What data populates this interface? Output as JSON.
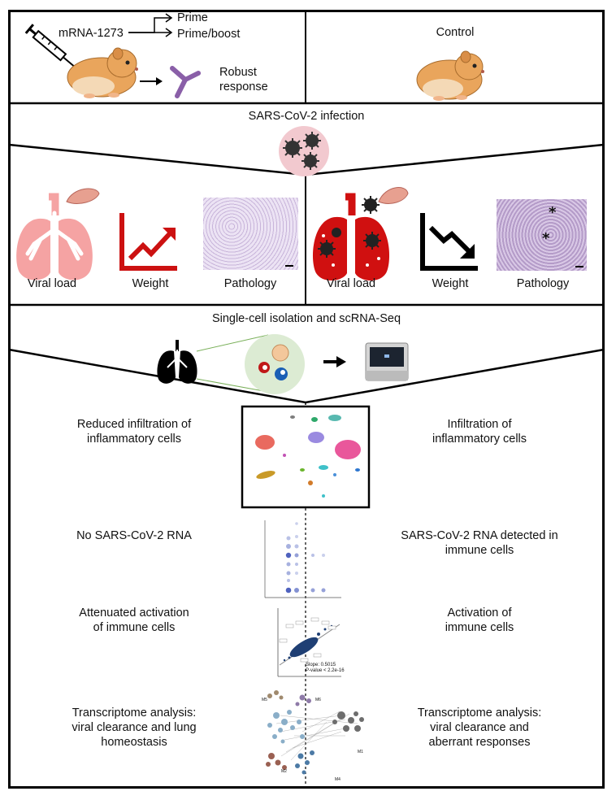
{
  "vaccine": {
    "name": "mRNA-1273",
    "prime": "Prime",
    "prime_boost": "Prime/boost",
    "response_line1": "Robust",
    "response_line2": "response"
  },
  "control": {
    "label": "Control"
  },
  "infection": {
    "label": "SARS-CoV-2 infection"
  },
  "left_outcomes": {
    "viral_load": "Viral load",
    "weight": "Weight",
    "pathology": "Pathology"
  },
  "right_outcomes": {
    "viral_load": "Viral load",
    "weight": "Weight",
    "pathology": "Pathology"
  },
  "scrnaseq": {
    "label": "Single-cell isolation and scRNA-Seq"
  },
  "findings": {
    "left": [
      [
        "Reduced infiltration of",
        "inflammatory cells"
      ],
      [
        "No SARS-CoV-2 RNA"
      ],
      [
        "Attenuated activation",
        "of immune cells"
      ],
      [
        "Transcriptome analysis:",
        "viral clearance and lung",
        "homeostasis"
      ]
    ],
    "right": [
      [
        "Infiltration of",
        "inflammatory cells"
      ],
      [
        "SARS-CoV-2 RNA detected in",
        "immune cells"
      ],
      [
        "Activation of",
        "immune cells"
      ],
      [
        "Transcriptome analysis:",
        "viral clearance and",
        "aberrant responses"
      ]
    ]
  },
  "scatter": {
    "slope": "Slope: 0.5015",
    "pvalue": "P-value < 2.2e-16"
  },
  "network": {
    "modules": [
      "M5",
      "M6",
      "M1",
      "M2",
      "M4"
    ]
  },
  "colors": {
    "lung_healthy": "#f5a3a3",
    "lung_infected": "#d01010",
    "arrow_up": "#cc1111",
    "antibody": "#8a5fa8",
    "hamster": "#e9a55c",
    "virus_bg": "#f2c9cf",
    "cell_bg": "#dcebd3"
  }
}
